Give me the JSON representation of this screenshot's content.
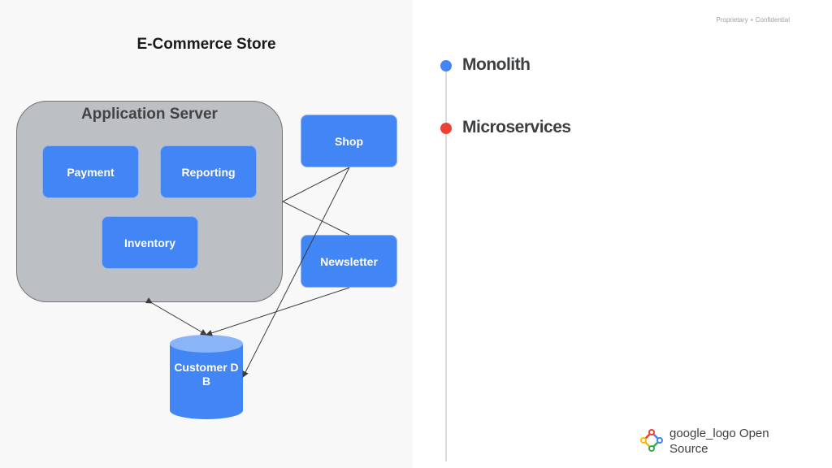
{
  "header": {
    "confidential_text": "Proprietary + Confidential"
  },
  "diagram": {
    "title": "E-Commerce Store",
    "application_server": {
      "title": "Application Server",
      "modules": [
        "Payment",
        "Reporting",
        "Inventory"
      ]
    },
    "services": [
      "Shop",
      "Newsletter"
    ],
    "database": {
      "label": "Customer DB"
    },
    "colors": {
      "box": "#4285f4",
      "server": "#bcbfc3",
      "connector": "#3c3c3c"
    }
  },
  "timeline": {
    "items": [
      {
        "label": "Monolith",
        "color": "#4285f4"
      },
      {
        "label": "Microservices",
        "color": "#ea4335"
      }
    ]
  },
  "footer": {
    "logo_icon": "google-open-source-icon",
    "logo_text": "google_logo Open Source"
  }
}
